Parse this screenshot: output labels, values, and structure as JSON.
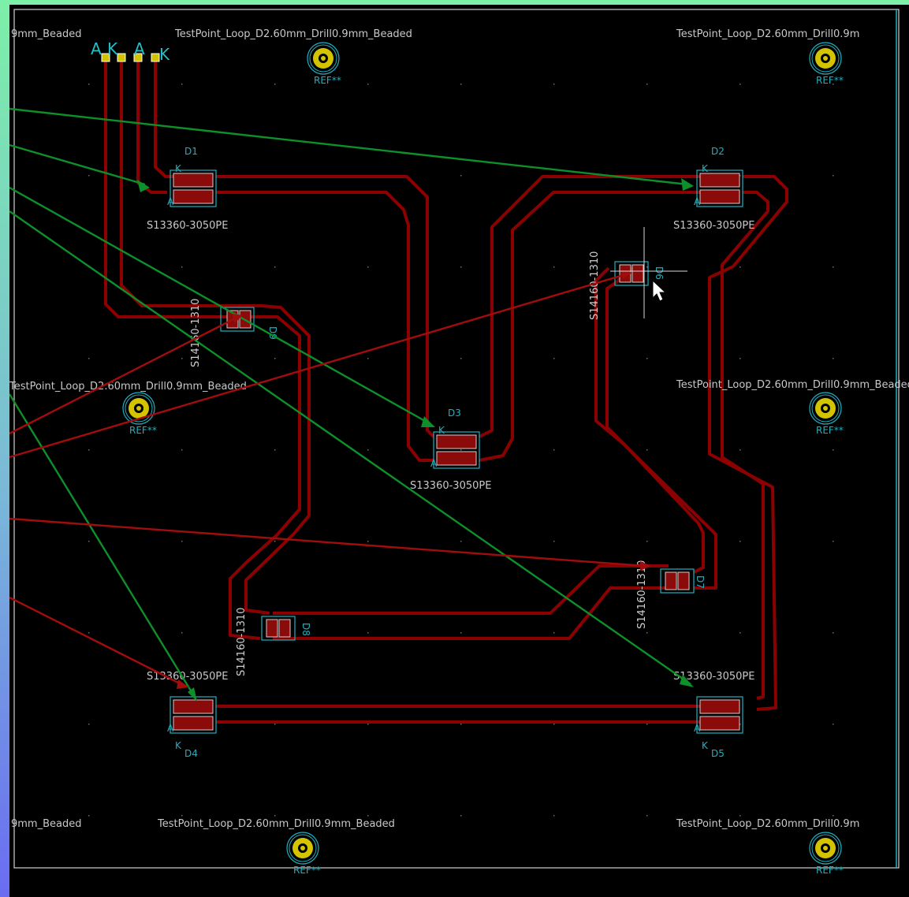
{
  "window": {
    "title": ""
  },
  "footprint_labels": {
    "tp_top_left_partial": "9mm_Beaded",
    "tp_top_mid": "TestPoint_Loop_D2.60mm_Drill0.9mm_Beaded",
    "tp_top_right": "TestPoint_Loop_D2.60mm_Drill0.9m",
    "tp_mid_left_overlap": "TestPoint_Loop_D2.60mm_Drill0.9mm_Beaded",
    "tp_mid_right": "TestPoint_Loop_D2.60mm_Drill0.9mm_Beaded",
    "tp_bottom_left_partial": "9mm_Beaded",
    "tp_bottom_mid": "TestPoint_Loop_D2.60mm_Drill0.9mm_Beaded",
    "tp_bottom_right": "TestPoint_Loop_D2.60mm_Drill0.9m"
  },
  "testpoint_refs": {
    "ref": "REF**"
  },
  "connector_pins": [
    "A",
    "K",
    "A",
    "K"
  ],
  "sipm": {
    "value": "S13360-3050PE",
    "d1": "D1",
    "d2": "D2",
    "d3": "D3",
    "d4": "D4",
    "d5": "D5",
    "pin_k": "K",
    "pin_a": "A"
  },
  "led": {
    "value": "S14160-1310",
    "d6": "D6",
    "d7": "D7",
    "d8": "D8",
    "d9": "D9"
  },
  "colors": {
    "background": "#000000",
    "track": "#8b0000",
    "ratsnest_green": "#0d8f2a",
    "ratsnest_red": "#a10d0d",
    "silkscreen": "#c8c8c8",
    "courtyard": "#1fb0c0",
    "pad_copper": "#d4c400"
  },
  "cursor": {
    "icon": "arrow-pointer-icon"
  }
}
